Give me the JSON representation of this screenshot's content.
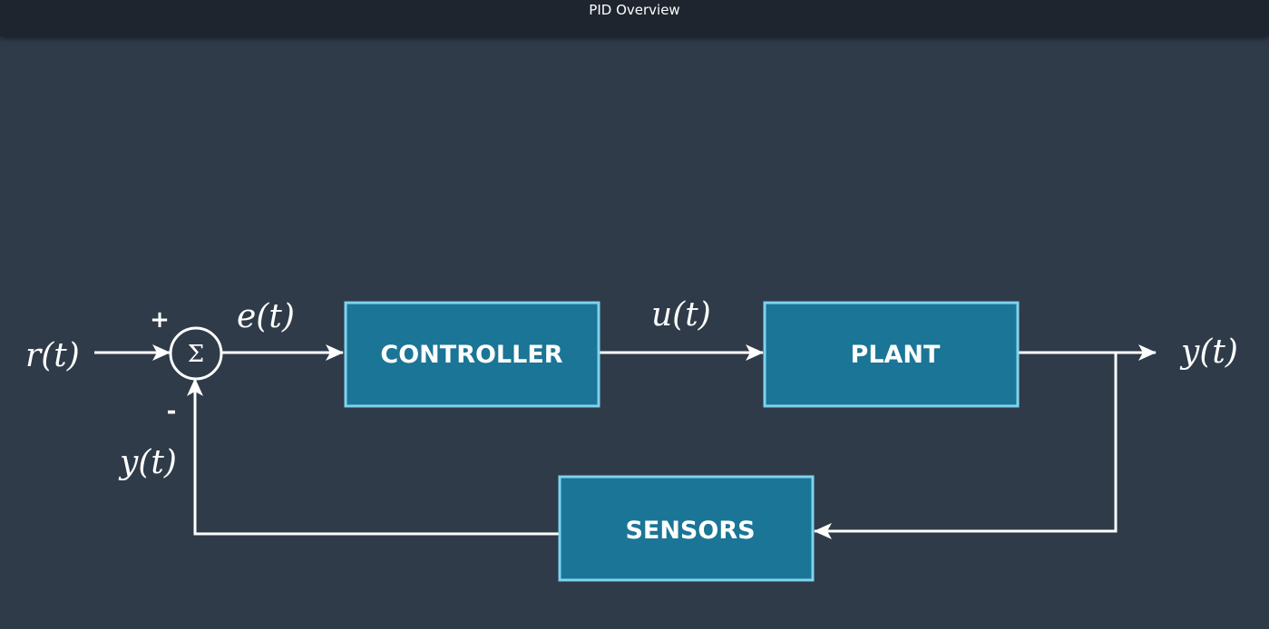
{
  "window": {
    "title": "PID Overview"
  },
  "diagram": {
    "blocks": {
      "controller": "CONTROLLER",
      "plant": "PLANT",
      "sensors": "SENSORS"
    },
    "summing_junction": {
      "symbol": "Σ",
      "plus_sign": "+",
      "minus_sign": "-"
    },
    "signals": {
      "reference": "r(t)",
      "error": "e(t)",
      "control": "u(t)",
      "output": "y(t)",
      "feedback": "y(t)"
    }
  },
  "colors": {
    "background": "#2f3b49",
    "titlebar": "#1e252e",
    "block_fill": "#1b7596",
    "block_border": "#7fd3ee",
    "line": "#ffffff"
  }
}
